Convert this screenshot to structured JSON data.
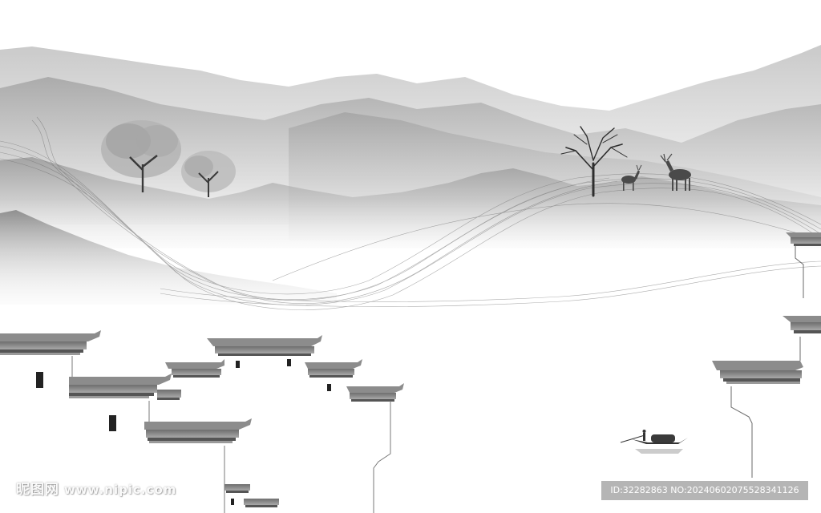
{
  "watermark": {
    "brand": "昵图网",
    "site": "www.nipic.com"
  },
  "image_id": {
    "text": "ID:32282863 NO:20240602075528341126"
  },
  "scene": {
    "description_style": "ink-wash landscape",
    "colors": {
      "ink_dark": "#3a3a3a",
      "ink_mid": "#8a8a8a",
      "ink_light": "#d4d4d4",
      "paper": "#ffffff"
    }
  }
}
